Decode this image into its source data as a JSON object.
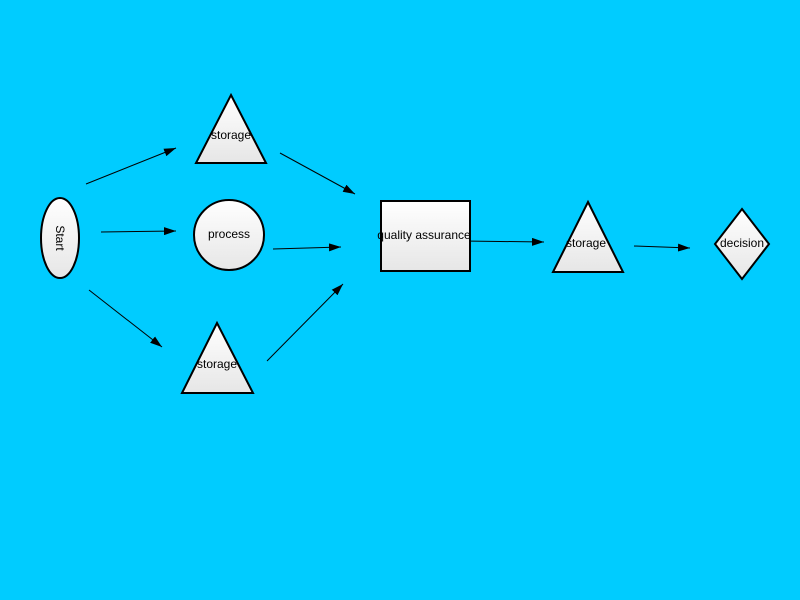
{
  "colors": {
    "background": "#00ccff",
    "node_fill_top": "#ffffff",
    "node_fill_bottom": "#e6e6e6",
    "stroke": "#000000"
  },
  "nodes": {
    "start": {
      "label": "Start",
      "shape": "ellipse"
    },
    "storage_top": {
      "label": "storage",
      "shape": "triangle"
    },
    "process": {
      "label": "process",
      "shape": "circle"
    },
    "storage_bottom": {
      "label": "storage",
      "shape": "triangle"
    },
    "quality_assurance": {
      "label": "quality assurance",
      "shape": "rectangle"
    },
    "storage_right": {
      "label": "storage",
      "shape": "triangle"
    },
    "decision": {
      "label": "decision",
      "shape": "diamond"
    }
  },
  "edges": [
    {
      "from": "start",
      "to": "storage_top"
    },
    {
      "from": "start",
      "to": "process"
    },
    {
      "from": "start",
      "to": "storage_bottom"
    },
    {
      "from": "storage_top",
      "to": "quality_assurance"
    },
    {
      "from": "process",
      "to": "quality_assurance"
    },
    {
      "from": "storage_bottom",
      "to": "quality_assurance"
    },
    {
      "from": "quality_assurance",
      "to": "storage_right"
    },
    {
      "from": "storage_right",
      "to": "decision"
    }
  ]
}
